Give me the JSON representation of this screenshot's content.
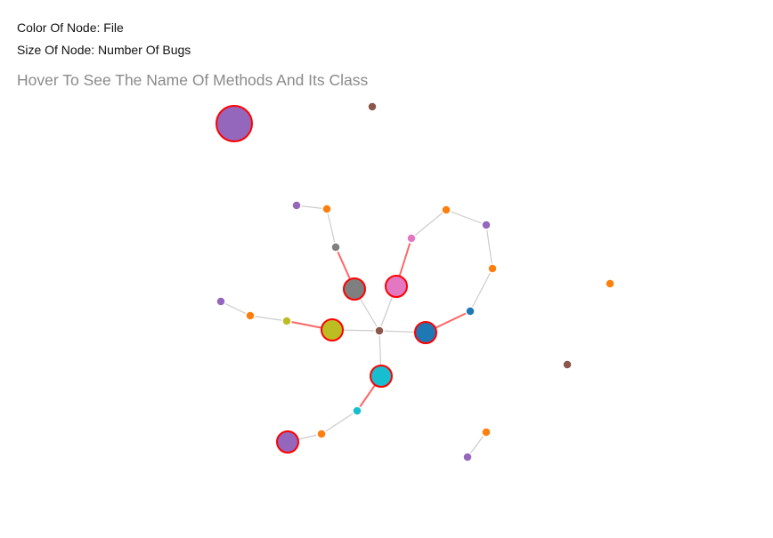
{
  "legend": {
    "color_line": "Color Of Node: File",
    "size_line": "Size Of Node: Number Of Bugs"
  },
  "hint": "Hover To See The Name Of Methods And Its Class",
  "colors": {
    "purple": "#9467bd",
    "orange": "#ff7f0e",
    "brown": "#8c564b",
    "gray": "#7f7f7f",
    "pink": "#e377c2",
    "olive": "#bcbd22",
    "blue": "#1f77b4",
    "cyan": "#17becf",
    "bug_stroke": "#ff0000",
    "node_stroke": "#ffffff",
    "link_normal": "#cccccc",
    "link_bug": "#ff6666"
  },
  "graph": {
    "nodes": [
      {
        "id": "n_big_purple",
        "color": "purple",
        "bugs": 3
      },
      {
        "id": "n_top_brown",
        "color": "brown",
        "bugs": 0
      },
      {
        "id": "n_purple_a",
        "color": "purple",
        "bugs": 0
      },
      {
        "id": "n_orange_a",
        "color": "orange",
        "bugs": 0
      },
      {
        "id": "n_gray_small",
        "color": "gray",
        "bugs": 0
      },
      {
        "id": "n_gray_big",
        "color": "gray",
        "bugs": 2
      },
      {
        "id": "n_orange_b",
        "color": "orange",
        "bugs": 0
      },
      {
        "id": "n_purple_b",
        "color": "purple",
        "bugs": 0
      },
      {
        "id": "n_pink_small",
        "color": "pink",
        "bugs": 0
      },
      {
        "id": "n_pink_big",
        "color": "pink",
        "bugs": 2
      },
      {
        "id": "n_orange_c",
        "color": "orange",
        "bugs": 0
      },
      {
        "id": "n_blue_small",
        "color": "blue",
        "bugs": 0
      },
      {
        "id": "n_blue_big",
        "color": "blue",
        "bugs": 2
      },
      {
        "id": "n_center_brown",
        "color": "brown",
        "bugs": 0
      },
      {
        "id": "n_purple_c",
        "color": "purple",
        "bugs": 0
      },
      {
        "id": "n_orange_d",
        "color": "orange",
        "bugs": 0
      },
      {
        "id": "n_olive_small",
        "color": "olive",
        "bugs": 0
      },
      {
        "id": "n_olive_big",
        "color": "olive",
        "bugs": 2
      },
      {
        "id": "n_cyan_big",
        "color": "cyan",
        "bugs": 2
      },
      {
        "id": "n_cyan_small",
        "color": "cyan",
        "bugs": 0
      },
      {
        "id": "n_orange_e",
        "color": "orange",
        "bugs": 0
      },
      {
        "id": "n_purple_d",
        "color": "purple",
        "bugs": 2
      },
      {
        "id": "n_orange_f",
        "color": "orange",
        "bugs": 0
      },
      {
        "id": "n_brown_r",
        "color": "brown",
        "bugs": 0
      },
      {
        "id": "n_orange_g",
        "color": "orange",
        "bugs": 0
      },
      {
        "id": "n_purple_e",
        "color": "purple",
        "bugs": 0
      }
    ],
    "links": [
      {
        "source": "n_purple_a",
        "target": "n_orange_a",
        "bug": false
      },
      {
        "source": "n_orange_a",
        "target": "n_gray_small",
        "bug": false
      },
      {
        "source": "n_gray_small",
        "target": "n_gray_big",
        "bug": true
      },
      {
        "source": "n_gray_big",
        "target": "n_center_brown",
        "bug": false
      },
      {
        "source": "n_pink_big",
        "target": "n_center_brown",
        "bug": false
      },
      {
        "source": "n_pink_big",
        "target": "n_pink_small",
        "bug": true
      },
      {
        "source": "n_pink_small",
        "target": "n_orange_b",
        "bug": false
      },
      {
        "source": "n_orange_b",
        "target": "n_purple_b",
        "bug": false
      },
      {
        "source": "n_purple_b",
        "target": "n_orange_c",
        "bug": false
      },
      {
        "source": "n_orange_c",
        "target": "n_blue_small",
        "bug": false
      },
      {
        "source": "n_blue_small",
        "target": "n_blue_big",
        "bug": true
      },
      {
        "source": "n_blue_big",
        "target": "n_center_brown",
        "bug": false
      },
      {
        "source": "n_olive_big",
        "target": "n_center_brown",
        "bug": false
      },
      {
        "source": "n_olive_big",
        "target": "n_olive_small",
        "bug": true
      },
      {
        "source": "n_olive_small",
        "target": "n_orange_d",
        "bug": false
      },
      {
        "source": "n_orange_d",
        "target": "n_purple_c",
        "bug": false
      },
      {
        "source": "n_cyan_big",
        "target": "n_center_brown",
        "bug": false
      },
      {
        "source": "n_cyan_big",
        "target": "n_cyan_small",
        "bug": true
      },
      {
        "source": "n_cyan_small",
        "target": "n_orange_e",
        "bug": false
      },
      {
        "source": "n_orange_e",
        "target": "n_purple_d",
        "bug": false
      },
      {
        "source": "n_orange_g",
        "target": "n_purple_e",
        "bug": false
      }
    ]
  }
}
